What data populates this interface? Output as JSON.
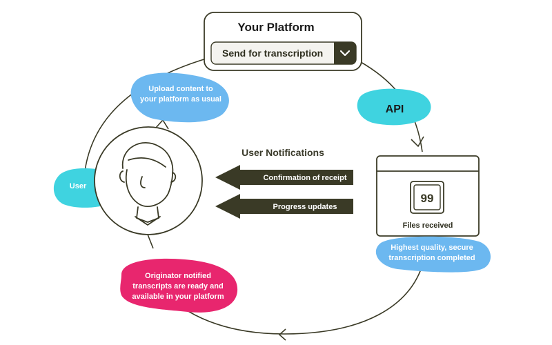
{
  "platform": {
    "title": "Your Platform",
    "select_value": "Send for transcription"
  },
  "api_label": "API",
  "upload_blob": {
    "lines": [
      "Upload content to",
      "your platform as usual"
    ]
  },
  "user_blob": {
    "label": "User"
  },
  "notifications": {
    "title": "User Notifications",
    "items": [
      "Confirmation of receipt",
      "Progress updates"
    ]
  },
  "files": {
    "label": "Files received",
    "icon_glyph": "99"
  },
  "quality_blob": {
    "lines": [
      "Highest quality, secure",
      "transcription completed"
    ]
  },
  "originator_blob": {
    "lines": [
      "Originator notified",
      "transcripts are ready and",
      "available in your platform"
    ]
  },
  "colors": {
    "dark": "#3a3a26",
    "blue": "#6cb8f0",
    "cyan": "#3fd3e0",
    "pink": "#e8266e"
  }
}
